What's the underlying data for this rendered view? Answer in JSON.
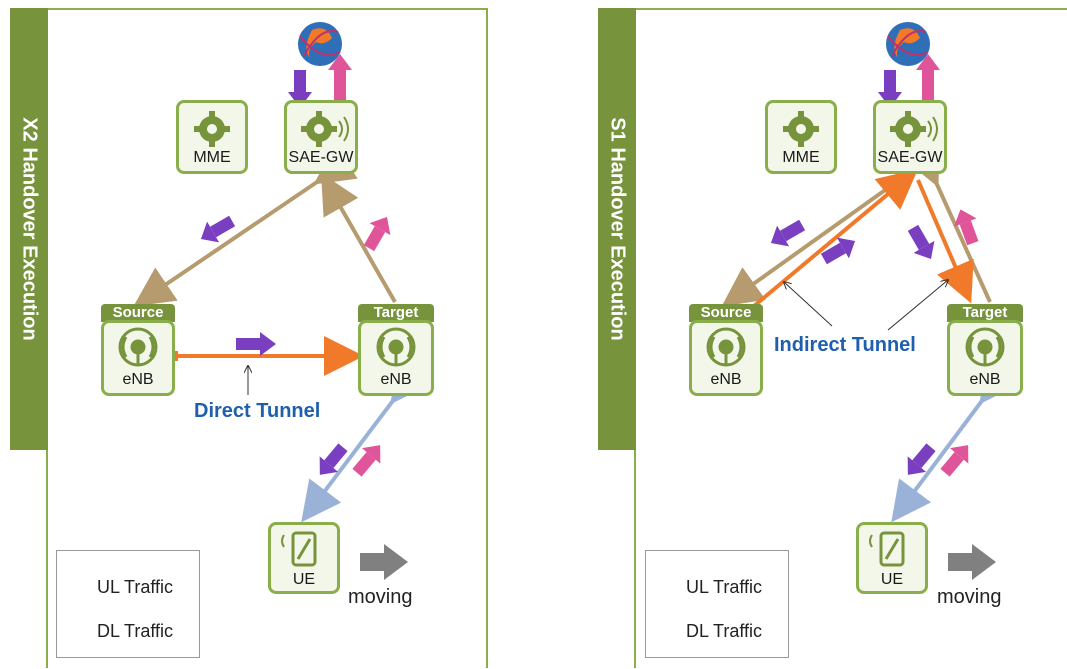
{
  "panels": [
    {
      "title": "X2 Handover Execution",
      "mme": "MME",
      "sgw": "SAE-GW",
      "source_tag": "Source",
      "target_tag": "Target",
      "enb": "eNB",
      "ue": "UE",
      "tunnel": "Direct Tunnel",
      "moving": "moving",
      "legend_ul": "UL Traffic",
      "legend_dl": "DL Traffic"
    },
    {
      "title": "S1 Handover Execution",
      "mme": "MME",
      "sgw": "SAE-GW",
      "source_tag": "Source",
      "target_tag": "Target",
      "enb": "eNB",
      "ue": "UE",
      "tunnel": "Indirect Tunnel",
      "moving": "moving",
      "legend_ul": "UL Traffic",
      "legend_dl": "DL Traffic"
    }
  ],
  "colors": {
    "green": "#77933c",
    "ul": "#e0559a",
    "dl": "#7a3fc0",
    "tunnel": "#f07a2a",
    "link": "#b59b6e",
    "radio": "#9bb2d8"
  }
}
